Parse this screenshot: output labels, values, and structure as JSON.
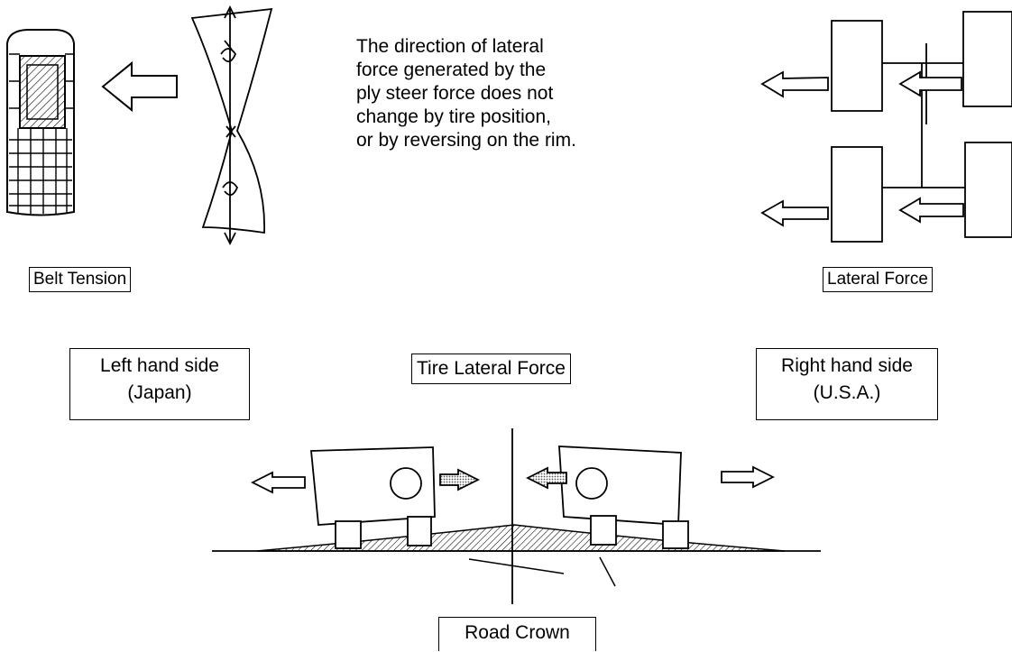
{
  "note_lines": [
    "The direction of lateral",
    "force generated by the",
    "ply steer force does not",
    "change by tire position,",
    "or by reversing on the rim."
  ],
  "labels": {
    "belt_tension": "Belt Tension",
    "lateral_force": "Lateral Force",
    "tire_lateral_force": "Tire Lateral Force",
    "road_crown": "Road Crown"
  },
  "left_side": {
    "line1": "Left hand side",
    "line2": "(Japan)"
  },
  "right_side": {
    "line1": "Right hand side",
    "line2": "(U.S.A.)"
  },
  "colors": {
    "ink": "#000000",
    "hatch_fill": "#9a9a9a",
    "background": "#ffffff"
  }
}
